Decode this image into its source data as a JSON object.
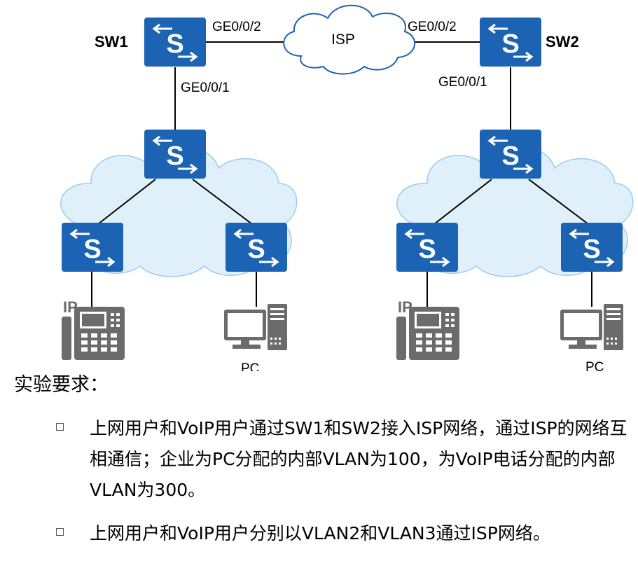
{
  "diagram": {
    "sw1_label": "SW1",
    "sw2_label": "SW2",
    "isp_label": "ISP",
    "sw1_port_uplink": "GE0/0/2",
    "sw1_port_downlink": "GE0/0/1",
    "sw2_port_uplink": "GE0/0/2",
    "sw2_port_downlink": "GE0/0/1",
    "switch_glyph": "S",
    "ip_phone_badge": "IP",
    "pc_left_label": "PC",
    "pc_right_label": "PC",
    "switch_color": "#1c64b3",
    "cloud_color": "#dff0fb",
    "icon_names": [
      "switch-icon",
      "cloud-icon",
      "ip-phone-icon",
      "pc-icon"
    ]
  },
  "requirements": {
    "title": "实验要求：",
    "items": [
      "上网用户和VoIP用户通过SW1和SW2接入ISP网络，通过ISP的网络互相通信；企业为PC分配的内部VLAN为100，为VoIP电话分配的内部VLAN为300。",
      "上网用户和VoIP用户分别以VLAN2和VLAN3通过ISP网络。"
    ]
  }
}
